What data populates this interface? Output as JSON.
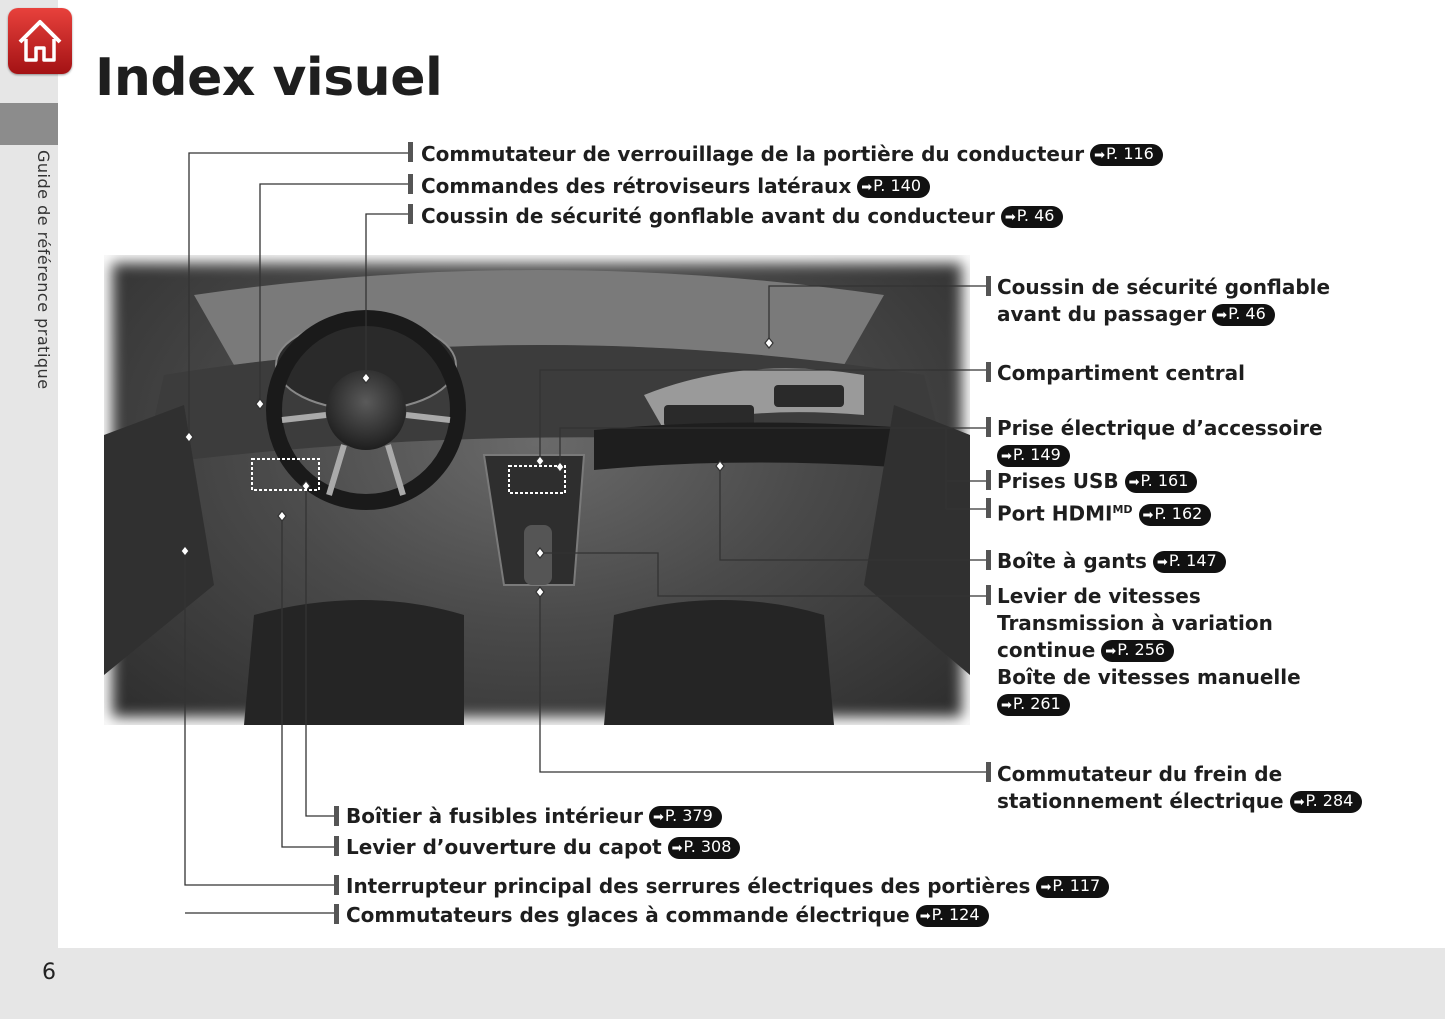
{
  "page": {
    "title": "Index visuel",
    "sidebar_text": "Guide de référence pratique",
    "page_number": "6",
    "home_icon": "home-icon"
  },
  "labels": {
    "door_lock": {
      "text": "Commutateur de verrouillage de la portière du conducteur",
      "ref": "P. 116"
    },
    "mirrors": {
      "text": "Commandes des rétroviseurs latéraux",
      "ref": "P. 140"
    },
    "driver_airbag": {
      "text": "Coussin de sécurité gonflable avant du conducteur",
      "ref": "P. 46"
    },
    "passenger_airbag": {
      "line1": "Coussin de sécurité gonflable",
      "line2": "avant du passager",
      "ref": "P. 46"
    },
    "center_compartment": {
      "text": "Compartiment central"
    },
    "accessory_socket": {
      "text": "Prise électrique d’accessoire",
      "ref": "P. 149"
    },
    "usb": {
      "text": "Prises USB",
      "ref": "P. 161"
    },
    "hdmi": {
      "text": "Port HDMI",
      "sup": "MD",
      "ref": "P. 162"
    },
    "glove_box": {
      "text": "Boîte à gants",
      "ref": "P. 147"
    },
    "shift_lever": {
      "line1": "Levier de vitesses",
      "line2": "Transmission à variation",
      "line3": "continue",
      "ref_cvt": "P. 256",
      "line4": "Boîte de vitesses manuelle",
      "ref_manual": "P. 261"
    },
    "parking_brake": {
      "line1": "Commutateur du frein de",
      "line2": "stationnement électrique",
      "ref": "P. 284"
    },
    "fuse_box": {
      "text": "Boîtier à fusibles intérieur",
      "ref": "P. 379"
    },
    "hood_release": {
      "text": "Levier d’ouverture du capot",
      "ref": "P. 308"
    },
    "master_lock": {
      "text": "Interrupteur principal des serrures électriques des portières",
      "ref": "P. 117"
    },
    "power_windows": {
      "text": "Commutateurs des glaces à commande électrique",
      "ref": "P. 124"
    }
  },
  "colors": {
    "home_button": "#c8201f",
    "sidebar": "#e6e6e6",
    "sidebar_tab": "#8c8c8c"
  }
}
